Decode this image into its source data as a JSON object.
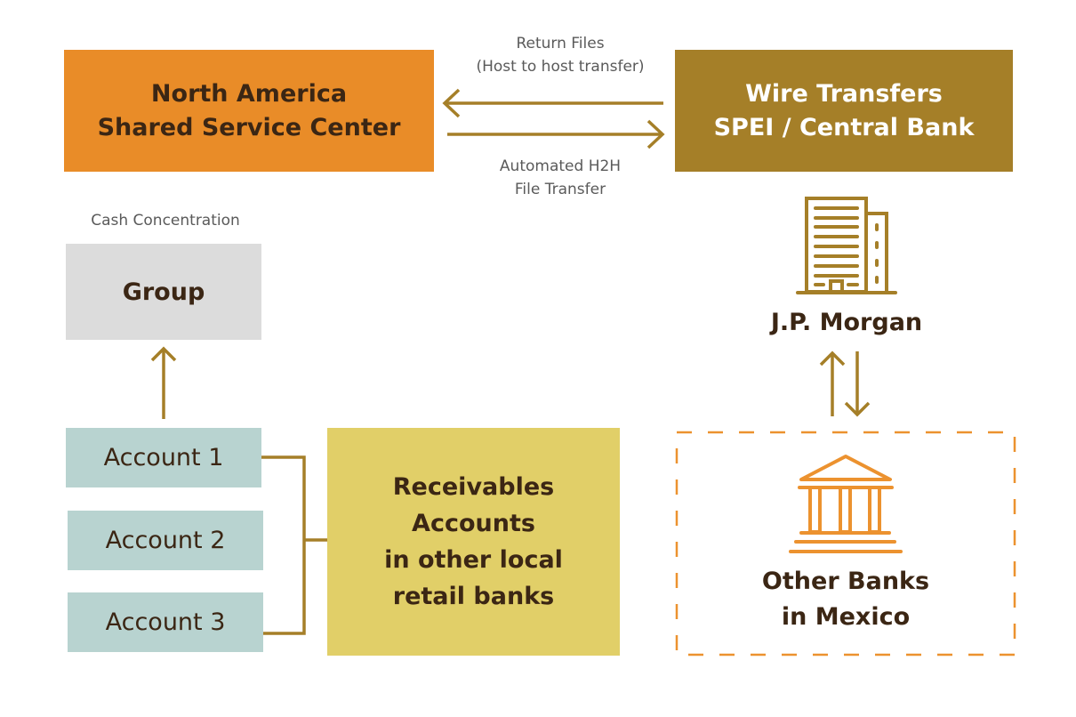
{
  "colors": {
    "orange": "#e98c28",
    "gold": "#a57f28",
    "gray": "#dcdcdc",
    "teal": "#b8d3d0",
    "yellow": "#e1cf68",
    "dark_text": "#3b2614",
    "label_text": "#5a5a5a",
    "dashed_orange": "#ec922f"
  },
  "nodes": {
    "shared_service_center": {
      "lines": [
        "North America",
        "Shared Service Center"
      ]
    },
    "wire_transfers": {
      "lines": [
        "Wire Transfers",
        "SPEI / Central Bank"
      ]
    },
    "group": {
      "label": "Group",
      "caption": "Cash Concentration"
    },
    "accounts": [
      {
        "label": "Account 1"
      },
      {
        "label": "Account 2"
      },
      {
        "label": "Account 3"
      }
    ],
    "receivables": {
      "lines": [
        "Receivables",
        "Accounts",
        "in other local",
        "retail banks"
      ]
    },
    "jp_morgan": {
      "label": "J.P. Morgan",
      "icon": "office-building-icon"
    },
    "other_banks": {
      "lines": [
        "Other Banks",
        "in Mexico"
      ],
      "icon": "bank-columns-icon"
    }
  },
  "edges": {
    "return_files": {
      "lines": [
        "Return Files",
        "(Host to host transfer)"
      ],
      "direction": "wire_transfers → shared_service_center"
    },
    "automated_h2h": {
      "lines": [
        "Automated H2H",
        "File Transfer"
      ],
      "direction": "shared_service_center → wire_transfers"
    },
    "accounts_to_group": {
      "direction": "accounts → group"
    },
    "accounts_to_receivables": {
      "direction": "accounts — receivables (bracket)"
    },
    "jpm_other_banks": {
      "direction": "bidirectional"
    }
  }
}
